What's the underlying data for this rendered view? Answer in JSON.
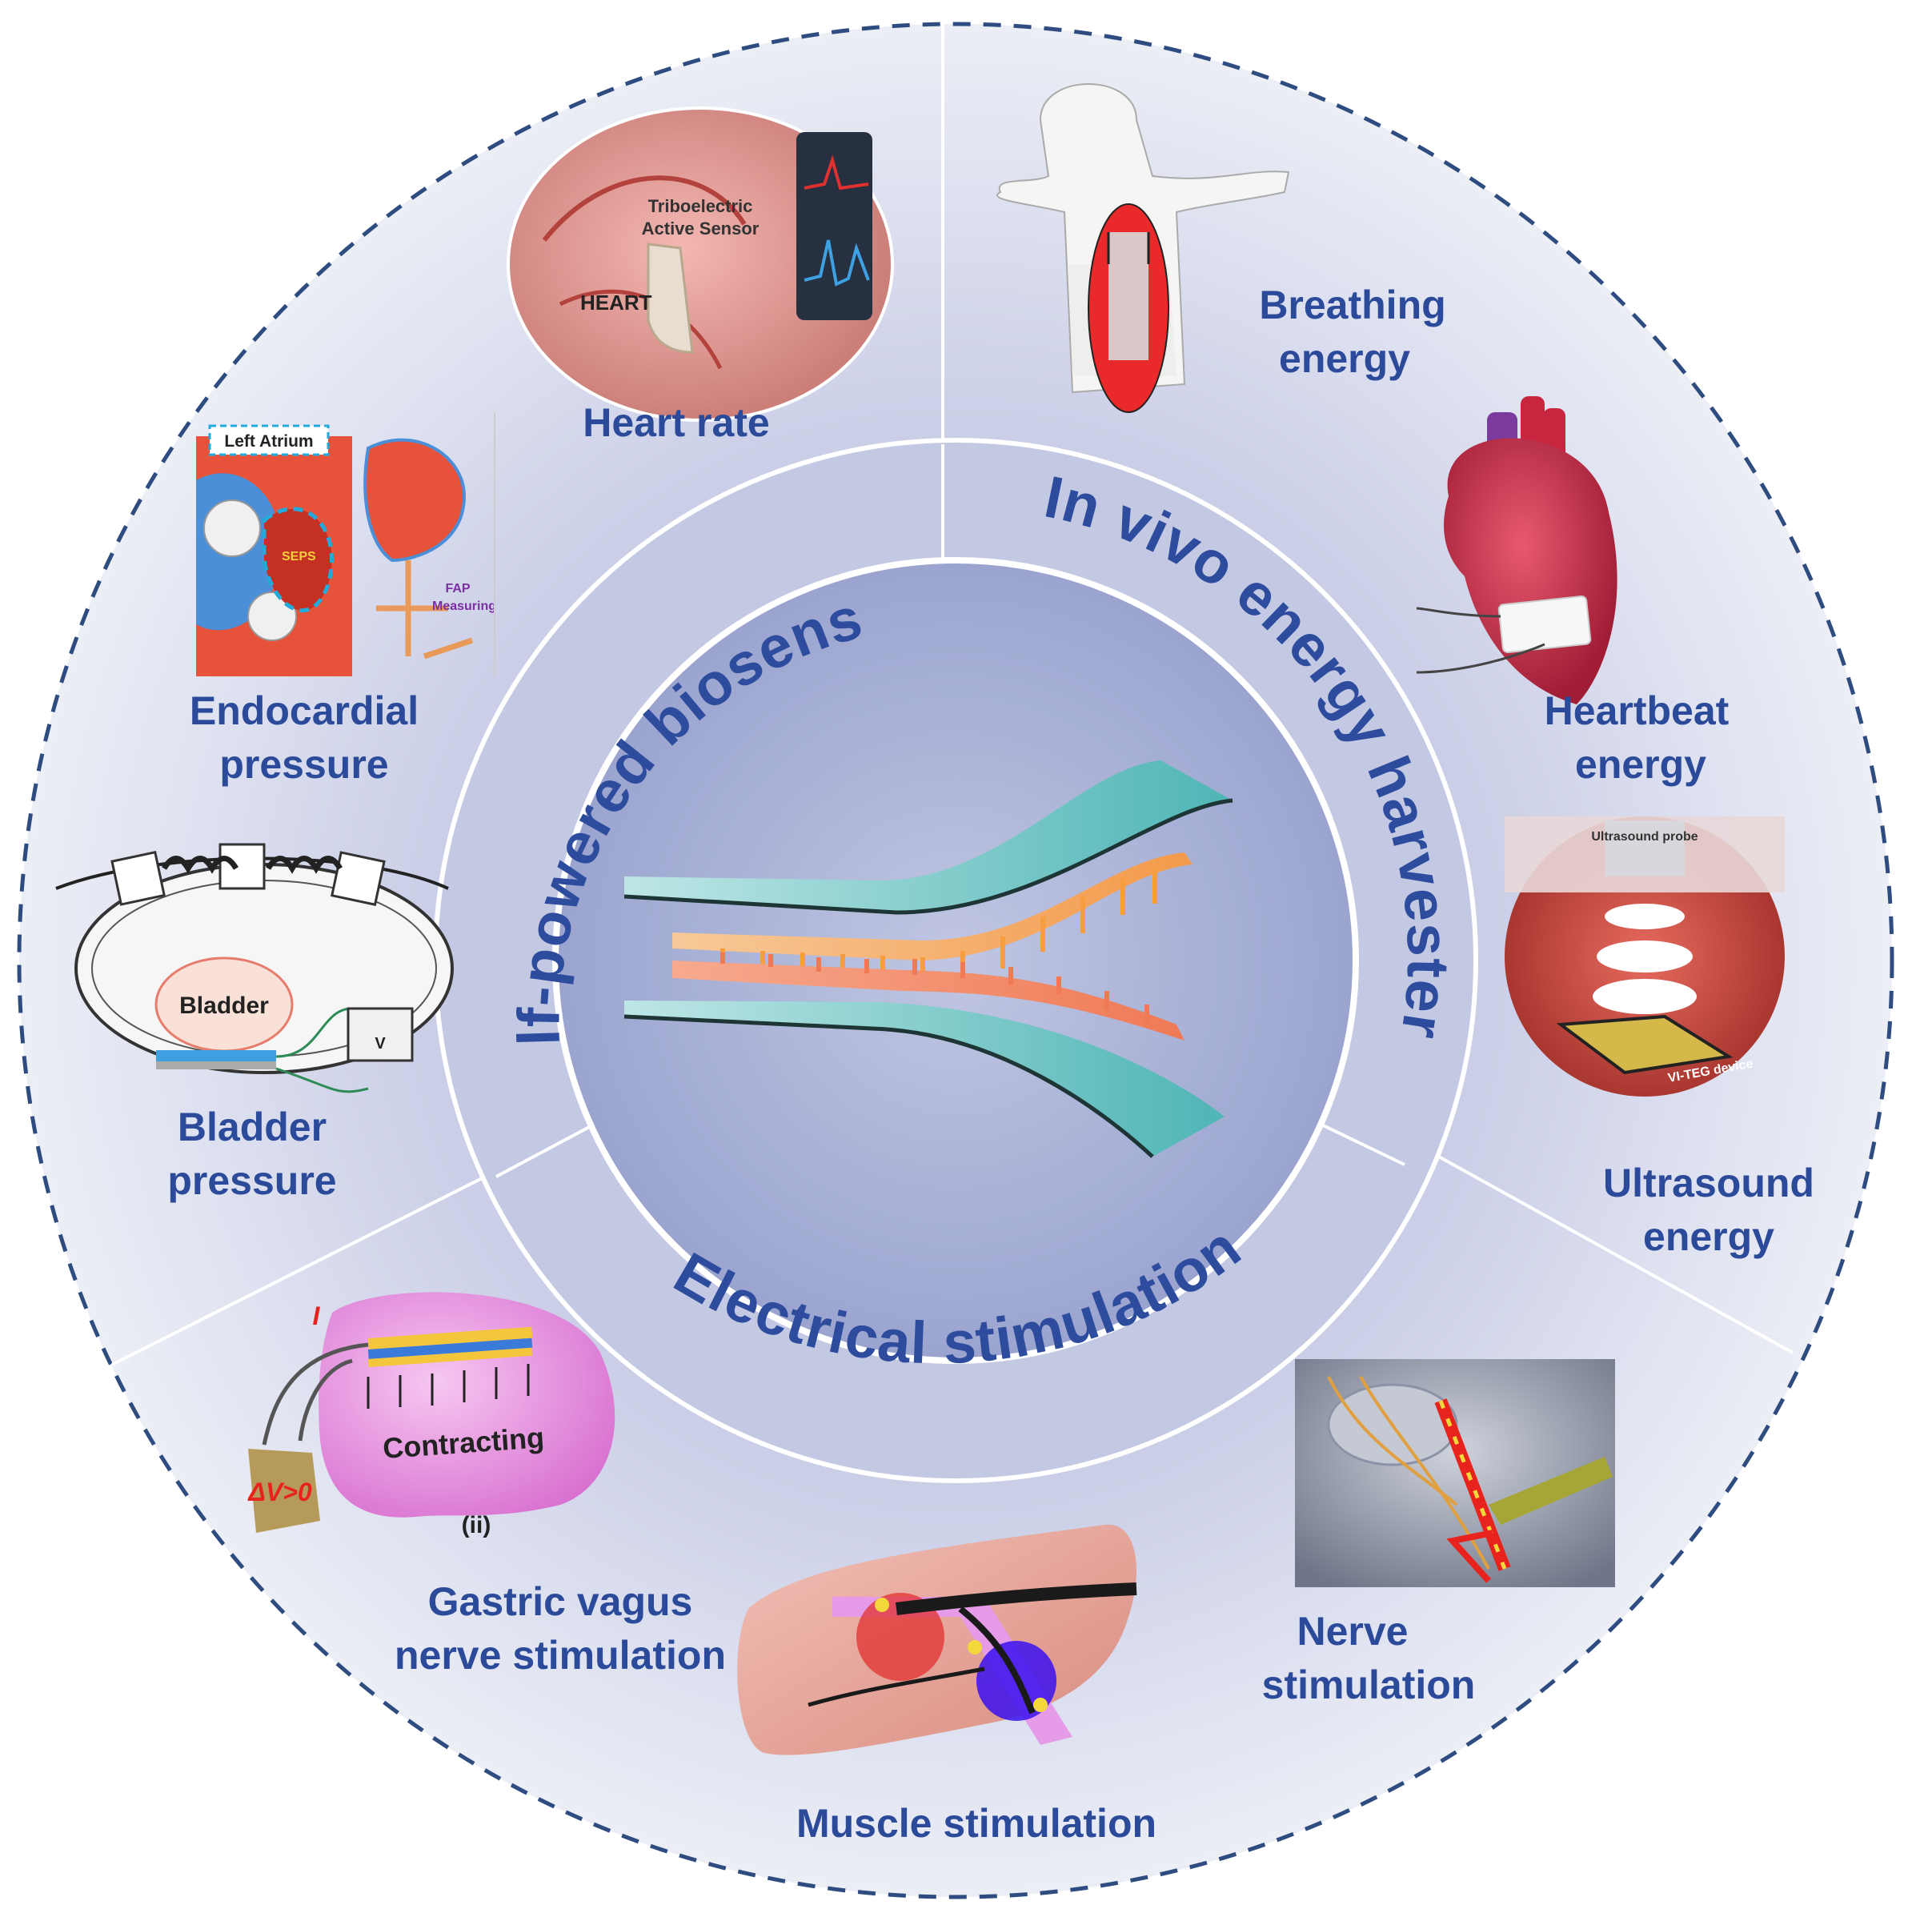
{
  "colors": {
    "label": "#2b4a9a",
    "ring_label": "#2e4c9e",
    "dashed_border": "#2e4c80",
    "background_outer": "#e6e7f2",
    "background_center": "#a9b2d6"
  },
  "center_ring": {
    "top_left": "Self-powered biosensor",
    "top_right": "In vivo energy harvester",
    "bottom": "Electrical stimulation"
  },
  "biosensor": {
    "heart_rate": {
      "title": "Heart rate",
      "inset_label_heart": "HEART",
      "inset_label_sensor_1": "Triboelectric",
      "inset_label_sensor_2": "Active Sensor"
    },
    "endocardial": {
      "title_line1": "Endocardial",
      "title_line2": "pressure",
      "inset_left_atrium": "Left Atrium",
      "inset_seps": "SEPS",
      "inset_fap_1": "FAP",
      "inset_fap_2": "Measuring"
    },
    "bladder": {
      "title_line1": "Bladder",
      "title_line2": "pressure",
      "inset_bladder": "Bladder",
      "inset_v": "V"
    }
  },
  "harvester": {
    "breathing": {
      "title_line1": "Breathing",
      "title_line2": "energy"
    },
    "heartbeat": {
      "title_line1": "Heartbeat",
      "title_line2": "energy"
    },
    "ultrasound": {
      "title_line1": "Ultrasound",
      "title_line2": "energy",
      "inset_probe": "Ultrasound probe",
      "inset_device": "VI-TEG device"
    }
  },
  "stimulation": {
    "gastric": {
      "title_line1": "Gastric vagus",
      "title_line2": "nerve stimulation",
      "inset_contracting": "Contracting",
      "inset_dv": "ΔV>0",
      "inset_i": "I",
      "inset_ii": "(ii)"
    },
    "muscle": {
      "title": "Muscle stimulation"
    },
    "nerve": {
      "title_line1": "Nerve",
      "title_line2": "stimulation"
    }
  }
}
